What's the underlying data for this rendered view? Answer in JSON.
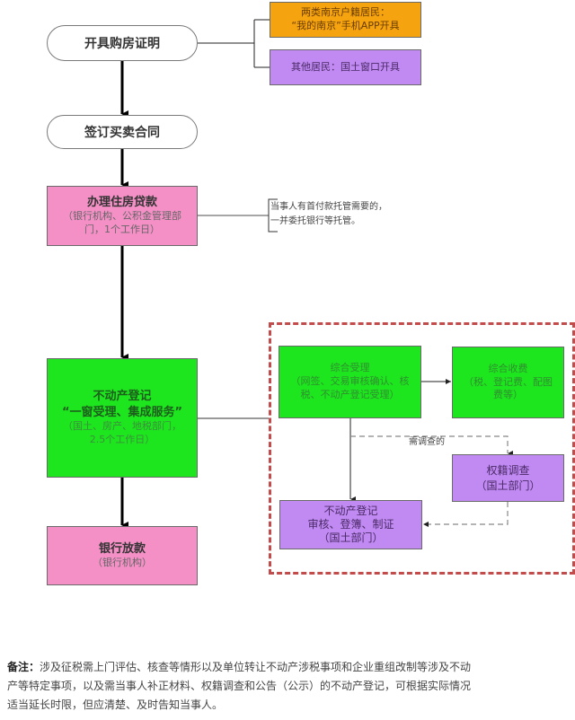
{
  "main_flow": {
    "step1": {
      "label": "开具购房证明"
    },
    "step2": {
      "label": "签订买卖合同"
    },
    "step3": {
      "title": "办理住房贷款",
      "detail_line1": "（银行机构、公积金管理部",
      "detail_line2": "门，1个工作日）"
    },
    "step4": {
      "title_line1": "不动产登记",
      "title_line2": "“一窗受理、集成服务”",
      "detail_line1": "（国土、房产、地税部门，",
      "detail_line2": "2.5个工作日）"
    },
    "step5": {
      "title": "银行放款",
      "detail": "（银行机构）"
    }
  },
  "certificate_options": {
    "nanjing": {
      "line1": "两类南京户籍居民：",
      "line2": "“我的南京”手机APP开具"
    },
    "others": {
      "label": "其他居民：国土窗口开具"
    }
  },
  "loan_annotation": {
    "line1": "当事人有首付款托管需要的，",
    "line2": "一并委托银行等托管。"
  },
  "integrated_service": {
    "acceptance": {
      "title": "综合受理",
      "detail_line1": "（网签、交易审核确认、核",
      "detail_line2": "税、不动产登记受理）"
    },
    "fees": {
      "title": "综合收费",
      "detail_line1": "（税、登记费、配图",
      "detail_line2": "费等）"
    },
    "survey_condition": "需调查的",
    "survey": {
      "title": "权籍调查",
      "detail": "（国土部门）"
    },
    "registration": {
      "line1": "不动产登记",
      "line2": "审核、登簿、制证",
      "line3": "（国土部门）"
    }
  },
  "note": {
    "label": "备注：",
    "line1": "涉及征税需上门评估、核查等情形以及单位转让不动产涉税事项和企业重组改制等涉及不动",
    "line2": "产等特定事项，以及需当事人补正材料、权籍调查和公告（公示）的不动产登记，可根据实际情况",
    "line3": "适当延长时限，但应清楚、及时告知当事人。"
  },
  "colors": {
    "pink": "#f590c7",
    "green": "#1ee61e",
    "orange": "#f5a30f",
    "purple": "#c08af2",
    "dashed_border": "#c24b4b"
  }
}
